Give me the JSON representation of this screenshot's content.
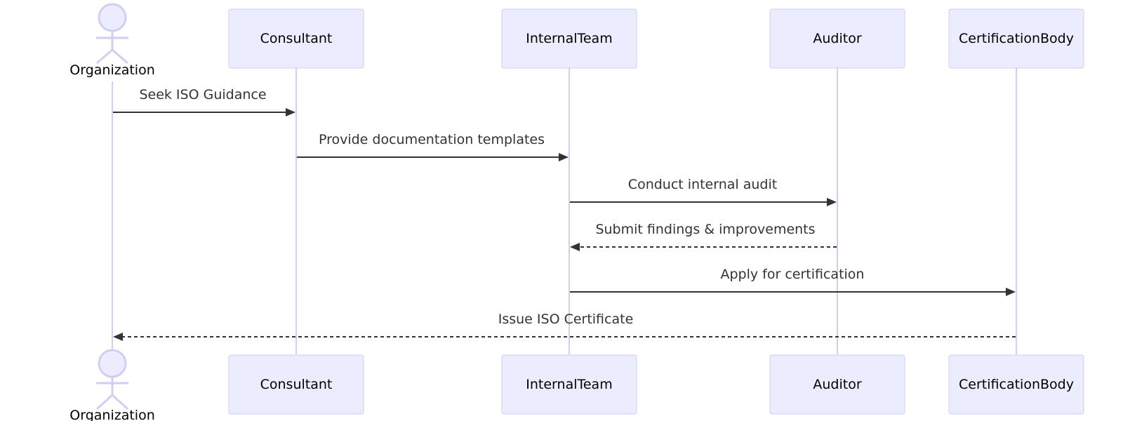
{
  "participants": [
    {
      "id": "org",
      "label": "Organization",
      "kind": "actor"
    },
    {
      "id": "con",
      "label": "Consultant",
      "kind": "box"
    },
    {
      "id": "int",
      "label": "InternalTeam",
      "kind": "box"
    },
    {
      "id": "aud",
      "label": "Auditor",
      "kind": "box"
    },
    {
      "id": "cert",
      "label": "CertificationBody",
      "kind": "box"
    }
  ],
  "messages": [
    {
      "from": "org",
      "to": "con",
      "text": "Seek ISO Guidance",
      "style": "solid"
    },
    {
      "from": "con",
      "to": "int",
      "text": "Provide documentation templates",
      "style": "solid"
    },
    {
      "from": "int",
      "to": "aud",
      "text": "Conduct internal audit",
      "style": "solid"
    },
    {
      "from": "aud",
      "to": "int",
      "text": "Submit findings & improvements",
      "style": "dashed"
    },
    {
      "from": "int",
      "to": "cert",
      "text": "Apply for certification",
      "style": "solid"
    },
    {
      "from": "cert",
      "to": "org",
      "text": "Issue ISO Certificate",
      "style": "dashed"
    }
  ],
  "colors": {
    "box_fill": "#ececff",
    "box_stroke": "#d1cdf0",
    "lifeline": "#d1cef3",
    "arrow": "#333333"
  }
}
